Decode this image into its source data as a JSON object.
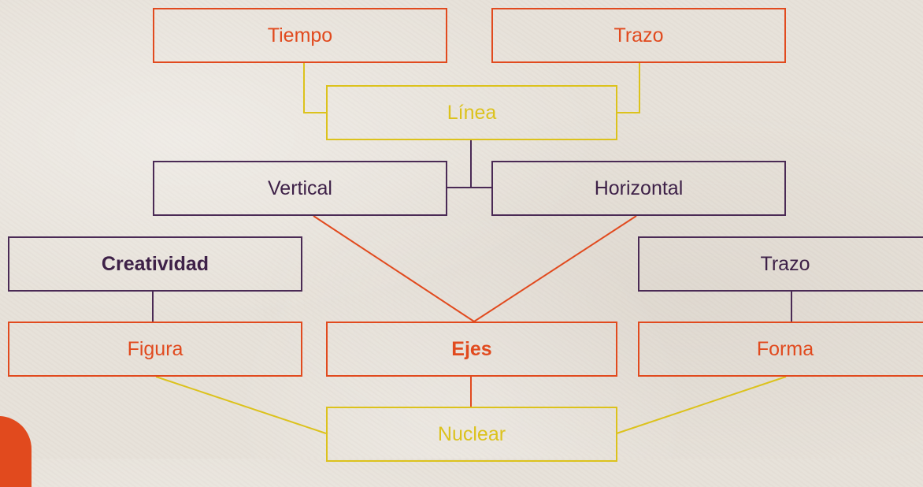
{
  "colors": {
    "orange": "#e14a1e",
    "yellow": "#dcc21c",
    "purple": "#4a2a55"
  },
  "nodes": {
    "tiempo": "Tiempo",
    "trazo_top": "Trazo",
    "linea": "Línea",
    "vertical": "Vertical",
    "horizontal": "Horizontal",
    "creatividad": "Creatividad",
    "trazo_right": "Trazo",
    "figura": "Figura",
    "ejes": "Ejes",
    "forma": "Forma",
    "nuclear": "Nuclear"
  }
}
